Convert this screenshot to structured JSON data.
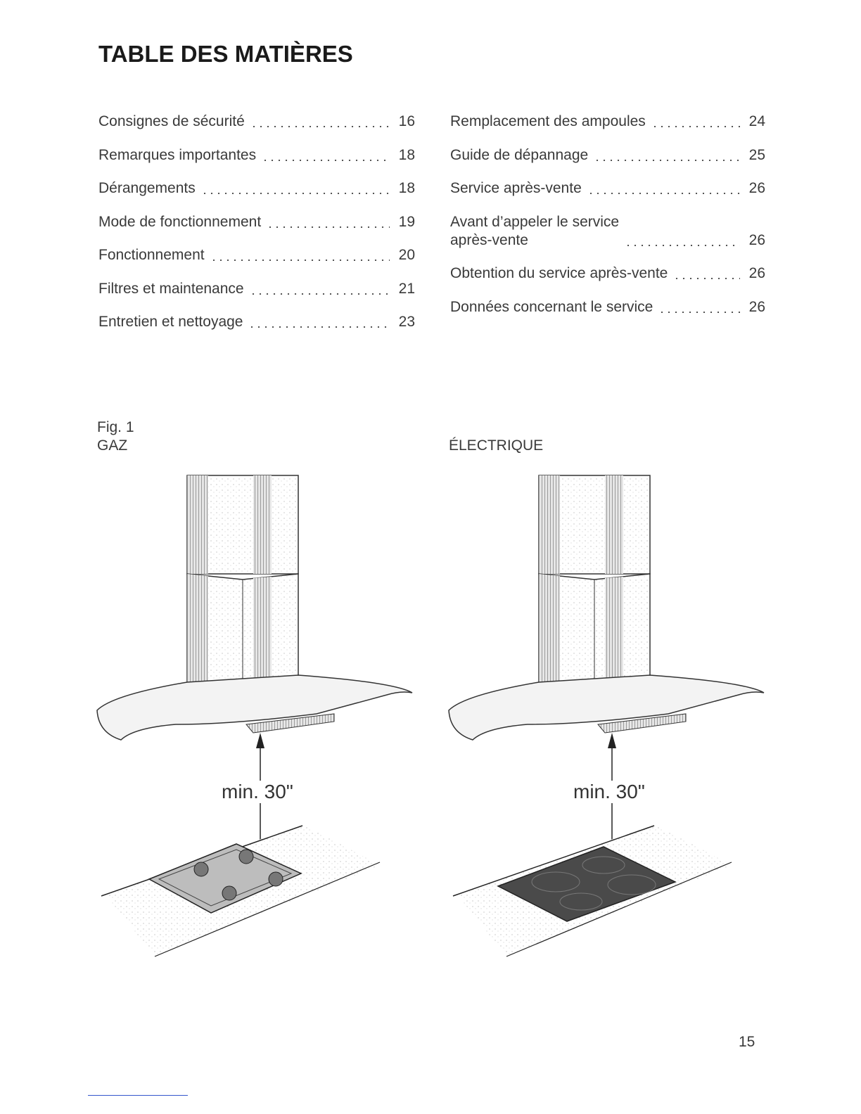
{
  "title": "TABLE DES MATIÈRES",
  "toc_left": [
    {
      "label": "Consignes de sécurité",
      "page": "16"
    },
    {
      "label": "Remarques importantes",
      "page": "18"
    },
    {
      "label": "Dérangements",
      "page": "18"
    },
    {
      "label": "Mode de fonctionnement",
      "page": "19"
    },
    {
      "label": "Fonctionnement",
      "page": "20"
    },
    {
      "label": "Filtres et maintenance",
      "page": "21"
    },
    {
      "label": "Entretien et nettoyage",
      "page": "23"
    }
  ],
  "toc_right": [
    {
      "label": "Remplacement des ampoules",
      "page": "24"
    },
    {
      "label": "Guide de dépannage",
      "page": "25"
    },
    {
      "label": "Service après-vente",
      "page": "26"
    },
    {
      "label": "Avant d’appeler le service\naprès-vente",
      "page": "26"
    },
    {
      "label": "Obtention du service après-vente",
      "page": "26"
    },
    {
      "label": "Données concernant le service",
      "page": "26"
    }
  ],
  "figure": {
    "number": "Fig. 1",
    "gas_label": "GAZ",
    "electric_label": "ÉLECTRIQUE",
    "distance_gas": "min. 30\"",
    "distance_electric": "min. 30\""
  },
  "page_number": "15"
}
